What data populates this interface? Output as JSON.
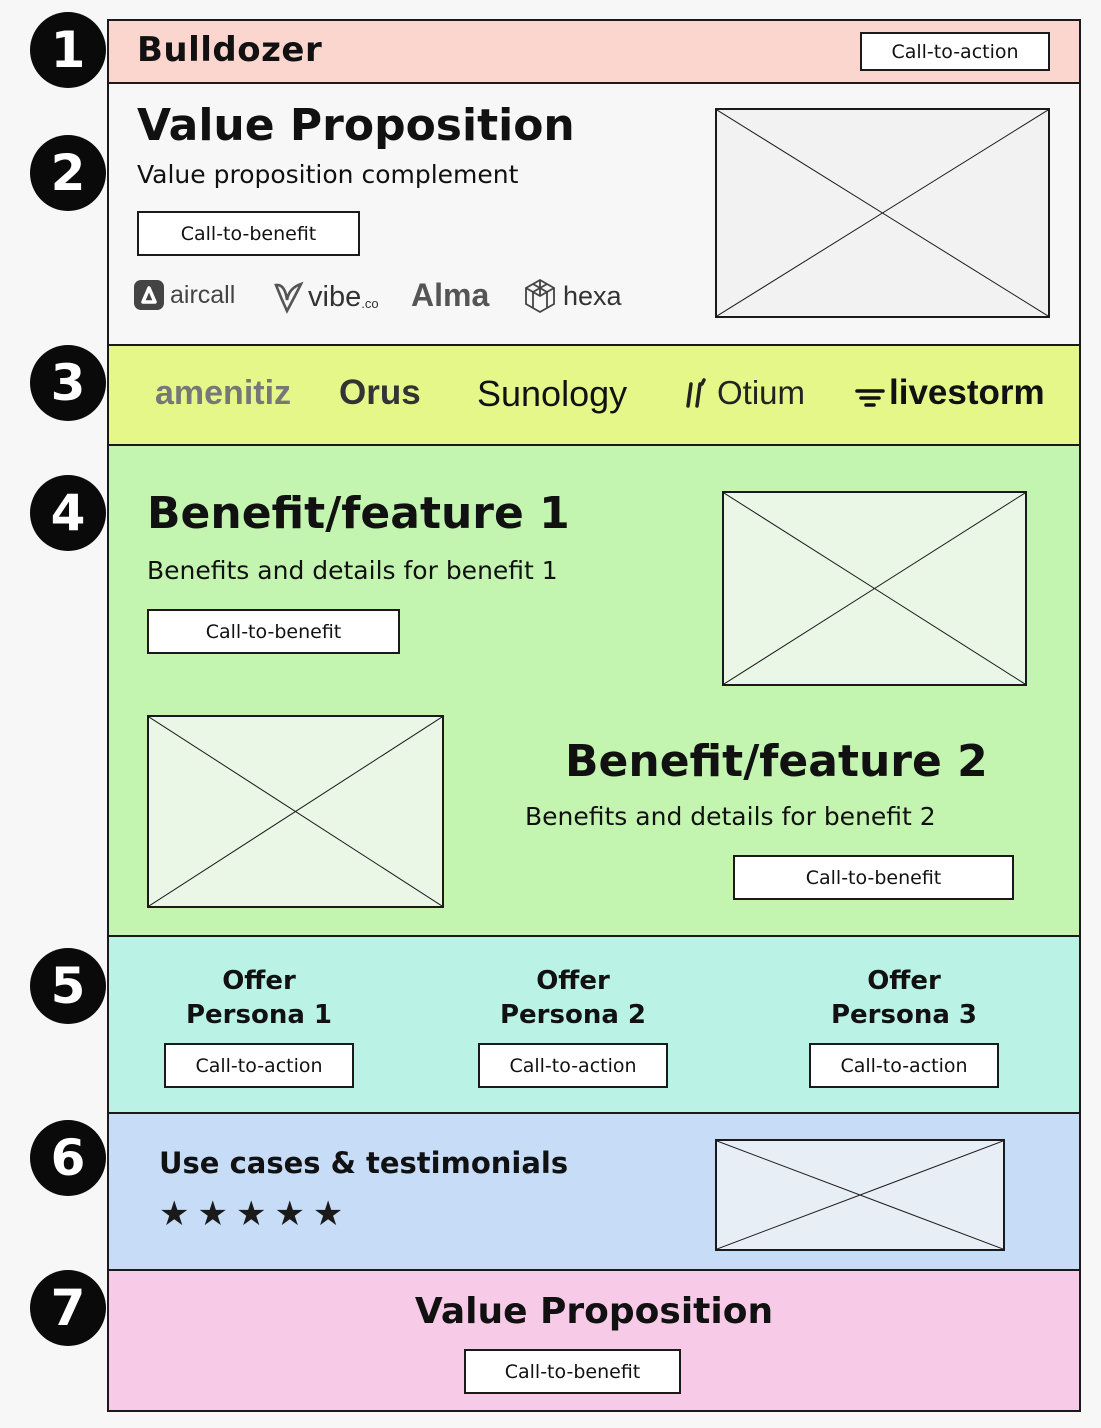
{
  "section_numbers": [
    "1",
    "2",
    "3",
    "4",
    "5",
    "6",
    "7"
  ],
  "colors": {
    "header_bg": "#fbd6ce",
    "hero_bg": "#f7f7f7",
    "logos_bg": "#e6f78a",
    "benefits_bg": "#c4f5b0",
    "offers_bg": "#baf3e6",
    "testimonials_bg": "#c6dcf7",
    "final_bg": "#f7cbe7"
  },
  "header": {
    "brand": "Bulldozer",
    "cta_label": "Call-to-action"
  },
  "hero": {
    "title": "Value Proposition",
    "subtitle": "Value proposition complement",
    "cta_label": "Call-to-benefit",
    "logos": [
      "aircall",
      "vibe",
      ".co",
      "Alma",
      "hexa"
    ],
    "image_icon": "image-placeholder-icon"
  },
  "logo_bar": {
    "logos": [
      "amenitiz",
      "Orus",
      "Sunology",
      "Otium",
      "livestorm"
    ]
  },
  "benefits": {
    "items": [
      {
        "title": "Benefit/feature 1",
        "details": "Benefits and details for benefit 1",
        "cta_label": "Call-to-benefit"
      },
      {
        "title": "Benefit/feature 2",
        "details": "Benefits and details for benefit 2",
        "cta_label": "Call-to-benefit"
      }
    ]
  },
  "offers": {
    "items": [
      {
        "line1": "Offer",
        "line2": "Persona 1",
        "cta_label": "Call-to-action"
      },
      {
        "line1": "Offer",
        "line2": "Persona 2",
        "cta_label": "Call-to-action"
      },
      {
        "line1": "Offer",
        "line2": "Persona 3",
        "cta_label": "Call-to-action"
      }
    ]
  },
  "testimonials": {
    "title": "Use cases & testimonials",
    "stars": "★★★★★",
    "rating": 5
  },
  "final": {
    "title": "Value Proposition",
    "cta_label": "Call-to-benefit"
  }
}
